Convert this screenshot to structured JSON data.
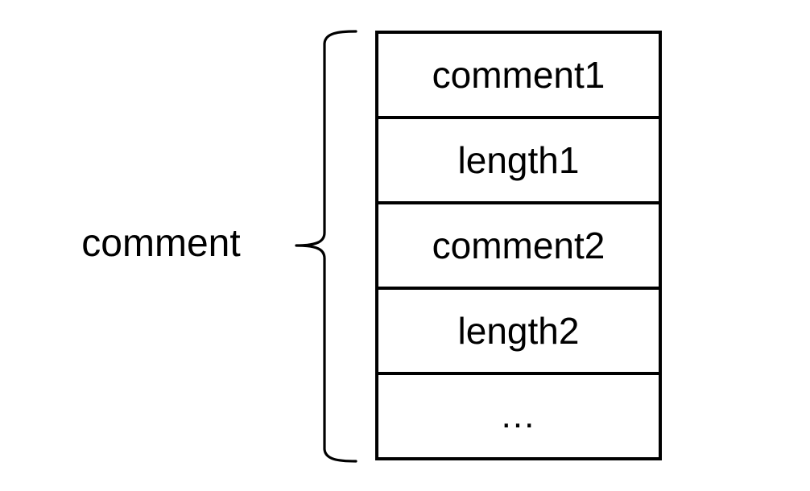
{
  "diagram": {
    "type": "record-structure",
    "background_color": "#ffffff",
    "stroke_color": "#000000",
    "group": {
      "label": "comment",
      "brace_orientation": "left-pointing",
      "spans_rows": 5
    },
    "struct": {
      "name": "comment",
      "rows": [
        {
          "label": "comment1"
        },
        {
          "label": "length1"
        },
        {
          "label": "comment2"
        },
        {
          "label": "length2"
        },
        {
          "label": "..."
        }
      ]
    }
  }
}
